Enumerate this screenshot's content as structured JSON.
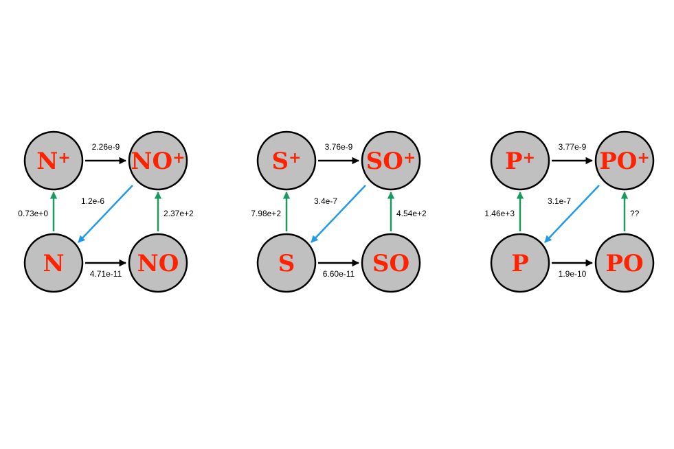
{
  "colors": {
    "node_fill": "#c0c0c0",
    "node_label": "#ff2200",
    "arrow_black": "#000000",
    "arrow_green": "#1a9a5c",
    "arrow_blue": "#1e9be8"
  },
  "panels": [
    {
      "nodes": {
        "ion": {
          "base": "N",
          "sup": "+"
        },
        "oxide_ion": {
          "base": "NO",
          "sup": "+"
        },
        "neutral": {
          "base": "N",
          "sup": ""
        },
        "oxide": {
          "base": "NO",
          "sup": ""
        }
      },
      "rates": {
        "ion_to_oxide_ion": "2.26e-9",
        "oxide_ion_to_neutral": "1.2e-6",
        "neutral_to_ion": "0.73e+0",
        "oxide_to_oxide_ion": "2.37e+2",
        "neutral_to_oxide": "4.71e-11"
      }
    },
    {
      "nodes": {
        "ion": {
          "base": "S",
          "sup": "+"
        },
        "oxide_ion": {
          "base": "SO",
          "sup": "+"
        },
        "neutral": {
          "base": "S",
          "sup": ""
        },
        "oxide": {
          "base": "SO",
          "sup": ""
        }
      },
      "rates": {
        "ion_to_oxide_ion": "3.76e-9",
        "oxide_ion_to_neutral": "3.4e-7",
        "neutral_to_ion": "7.98e+2",
        "oxide_to_oxide_ion": "4.54e+2",
        "neutral_to_oxide": "6.60e-11"
      }
    },
    {
      "nodes": {
        "ion": {
          "base": "P",
          "sup": "+"
        },
        "oxide_ion": {
          "base": "PO",
          "sup": "+"
        },
        "neutral": {
          "base": "P",
          "sup": ""
        },
        "oxide": {
          "base": "PO",
          "sup": ""
        }
      },
      "rates": {
        "ion_to_oxide_ion": "3.77e-9",
        "oxide_ion_to_neutral": "3.1e-7",
        "neutral_to_ion": "1.46e+3",
        "oxide_to_oxide_ion": "??",
        "neutral_to_oxide": "1.9e-10"
      }
    }
  ]
}
